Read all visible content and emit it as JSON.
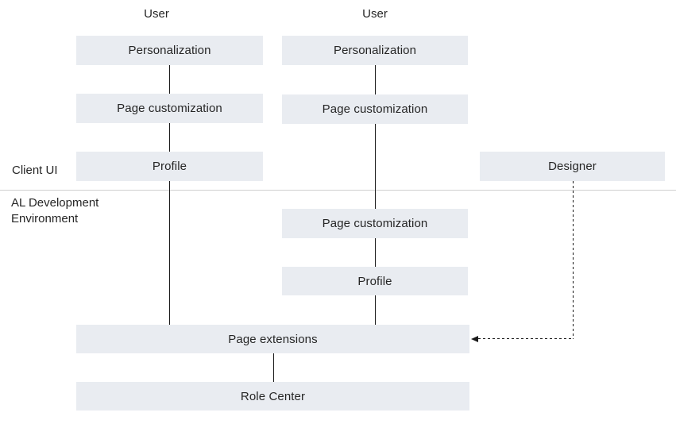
{
  "labels": {
    "user_left": "User",
    "user_right": "User",
    "client_ui": "Client UI",
    "al_dev_environment": "AL Development Environment"
  },
  "boxes": {
    "left_personalization": "Personalization",
    "left_page_customization": "Page customization",
    "left_profile": "Profile",
    "middle_personalization": "Personalization",
    "middle_page_customization_client": "Page customization",
    "middle_page_customization_al": "Page customization",
    "middle_profile": "Profile",
    "designer": "Designer",
    "page_extensions": "Page extensions",
    "role_center": "Role Center"
  },
  "colors": {
    "box_fill": "#e9ecf1",
    "text": "#262626",
    "connector": "#1a1a1a",
    "divider": "#cfcfcf"
  }
}
